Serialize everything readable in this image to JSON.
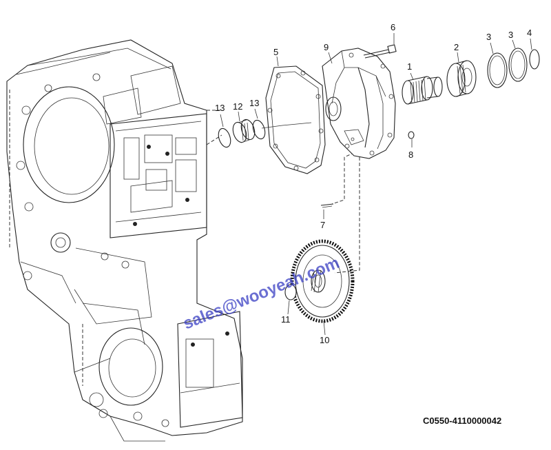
{
  "callouts": {
    "p1": "1",
    "p2": "2",
    "p3a": "3",
    "p3b": "3",
    "p4": "4",
    "p5": "5",
    "p6": "6",
    "p7": "7",
    "p8": "8",
    "p9": "9",
    "p10": "10",
    "p11": "11",
    "p12": "12",
    "p13a": "13",
    "p13b": "13"
  },
  "watermark": "sales@wooyeah.com",
  "part_code": "C0550-4110000042"
}
